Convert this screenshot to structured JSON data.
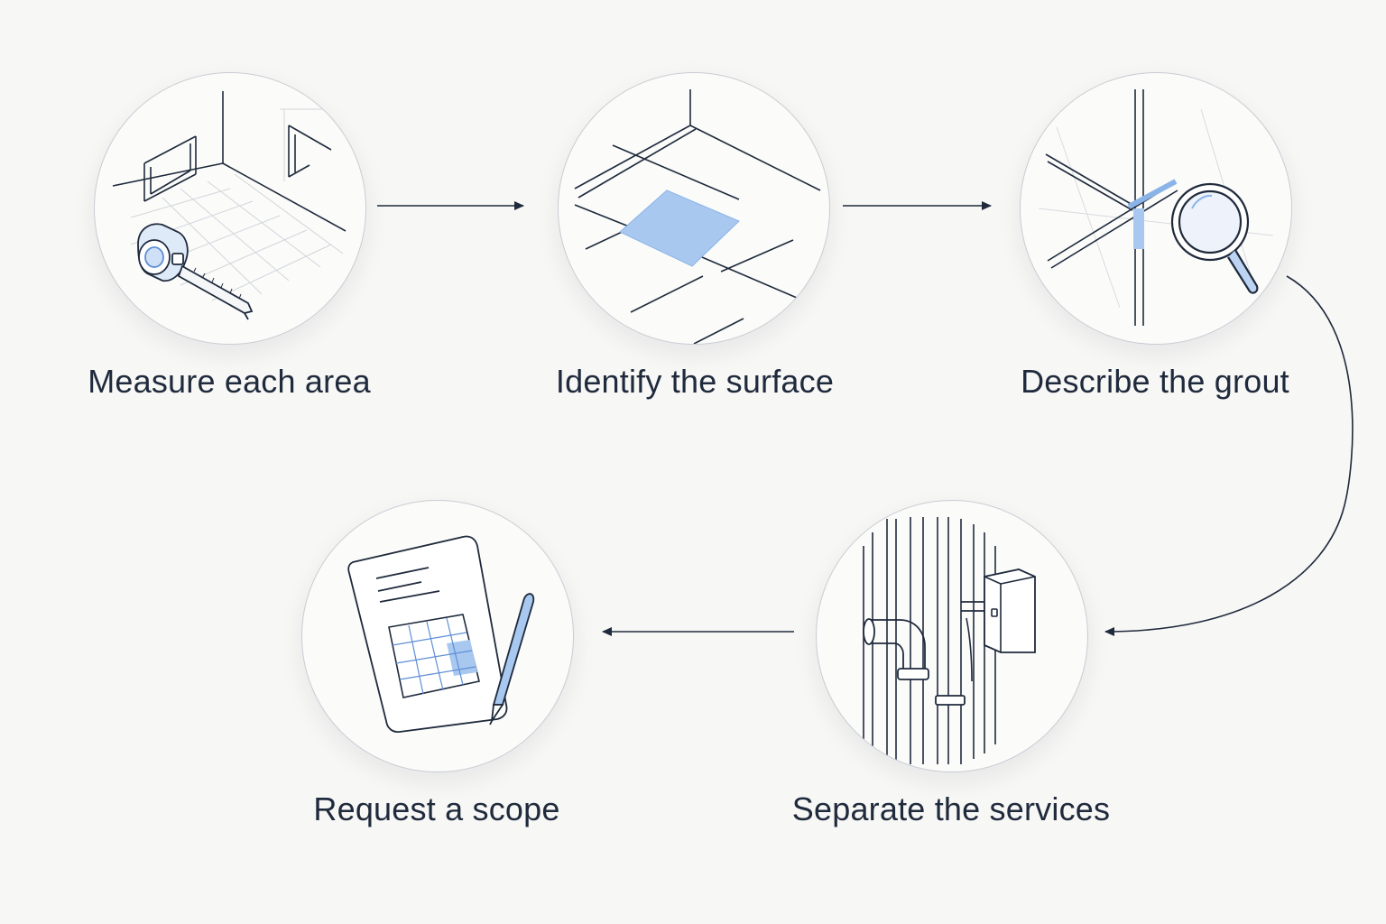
{
  "steps": [
    {
      "label": "Measure each area",
      "icon": "tape-measure-icon"
    },
    {
      "label": "Identify the surface",
      "icon": "highlighted-tile-icon"
    },
    {
      "label": "Describe the grout",
      "icon": "magnifier-on-grout-icon"
    },
    {
      "label": "Separate the services",
      "icon": "pipes-and-junction-box-icon"
    },
    {
      "label": "Request a scope",
      "icon": "plan-document-with-pen-icon"
    }
  ],
  "colors": {
    "line": "#1f2a3c",
    "accent": "#a9c8ef",
    "accent_stroke": "#5d8fd6",
    "circle_border": "#c9ccd3",
    "background": "#f7f7f5"
  }
}
